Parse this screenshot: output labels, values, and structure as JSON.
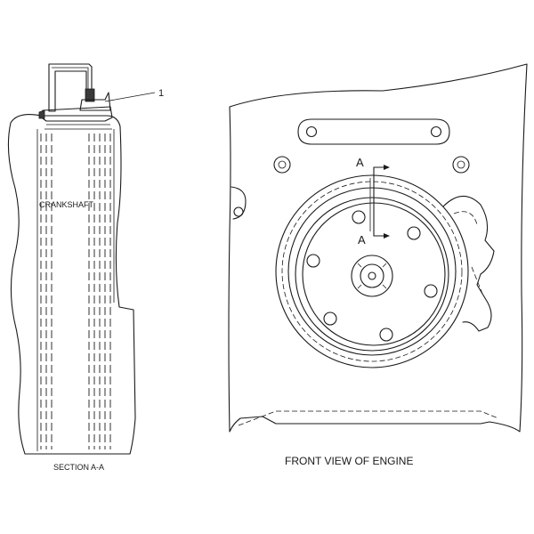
{
  "labels": {
    "callout_number": "1",
    "crankshaft": "CRANKSHAFT",
    "section_title": "SECTION A-A",
    "front_view_title": "FRONT VIEW OF ENGINE",
    "section_marker_top": "A",
    "section_marker_bottom": "A"
  },
  "colors": {
    "line": "#1a1a1a",
    "background": "#ffffff"
  }
}
